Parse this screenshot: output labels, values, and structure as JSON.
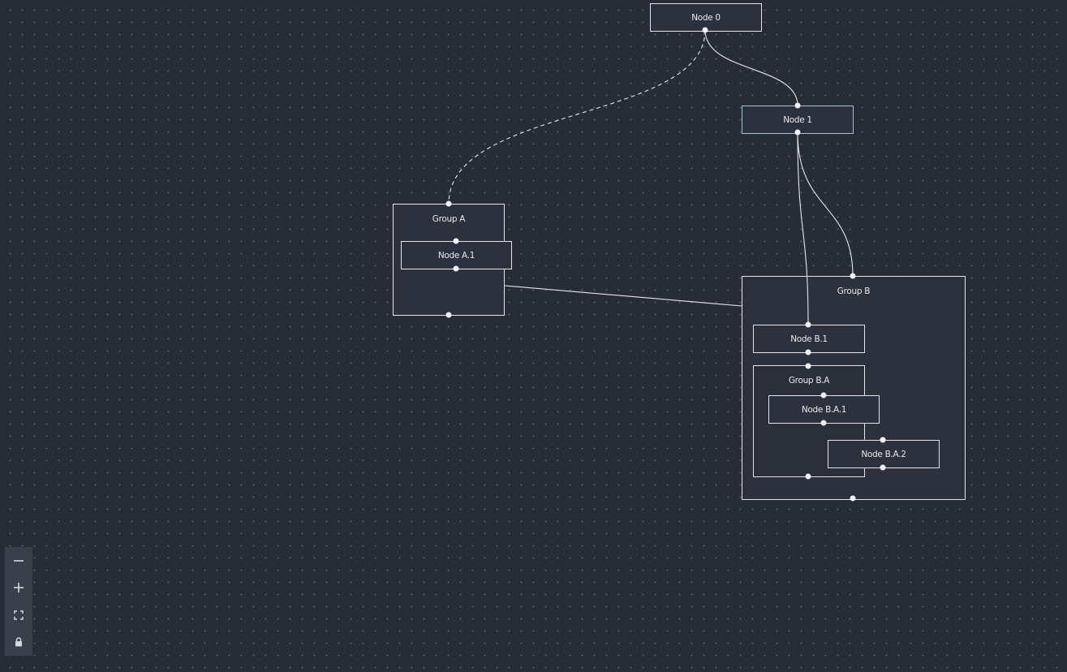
{
  "nodes": {
    "node_0": "Node 0",
    "node_1": "Node 1",
    "group_a": "Group A",
    "node_a1": "Node A.1",
    "group_b": "Group B",
    "node_b1": "Node B.1",
    "group_ba": "Group B.A",
    "node_ba1": "Node B.A.1",
    "node_ba2": "Node B.A.2"
  },
  "controls": [
    {
      "icon": "zoom-out-icon"
    },
    {
      "icon": "zoom-in-icon"
    },
    {
      "icon": "fit-view-icon"
    },
    {
      "icon": "lock-icon"
    }
  ],
  "colors": {
    "background": "#282c37",
    "node_border": "#e4e6ea",
    "selected_border": "#9fc8cf"
  }
}
